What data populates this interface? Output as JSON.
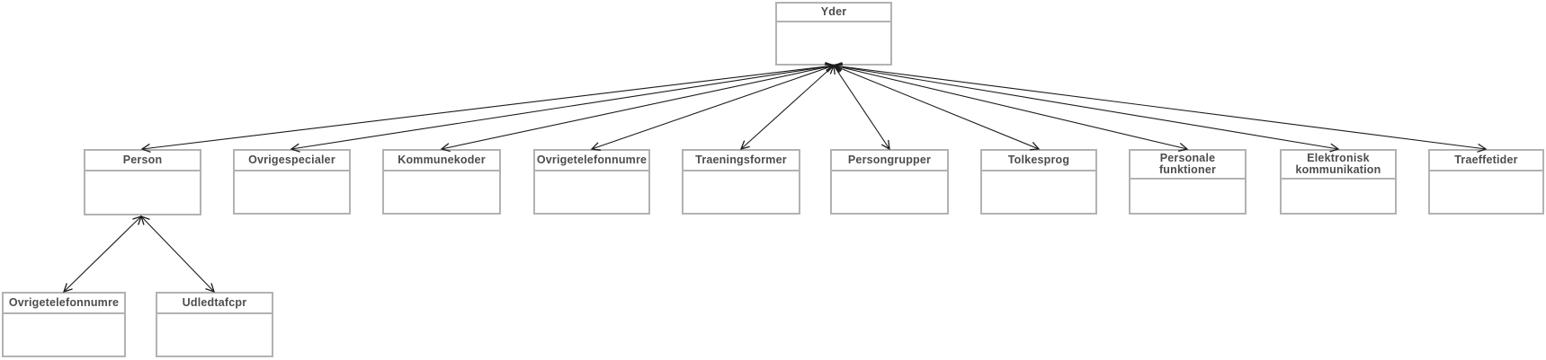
{
  "diagram": {
    "type": "entity-relationship-diagram",
    "colors": {
      "node_border": "#b2b2b2",
      "node_fill": "#ffffff",
      "title_text": "#4d4d4d",
      "connector": "#1c1c1c",
      "background": "#ffffff"
    },
    "nodes": [
      {
        "id": "yder",
        "label": "Yder"
      },
      {
        "id": "person",
        "label": "Person"
      },
      {
        "id": "ovrigespecialer",
        "label": "Ovrigespecialer"
      },
      {
        "id": "kommunekoder",
        "label": "Kommunekoder"
      },
      {
        "id": "ovrigetelefonnumre",
        "label": "Ovrigetelefonnumre"
      },
      {
        "id": "traeningsformer",
        "label": "Traeningsformer"
      },
      {
        "id": "persongrupper",
        "label": "Persongrupper"
      },
      {
        "id": "tolkesprog",
        "label": "Tolkesprog"
      },
      {
        "id": "personale-funktioner",
        "label": "Personale funktioner"
      },
      {
        "id": "elektronisk-kommunikation",
        "label": "Elektronisk kommunikation"
      },
      {
        "id": "traeffetider",
        "label": "Traeffetider"
      },
      {
        "id": "person-ovrigetelefonnumre",
        "label": "Ovrigetelefonnumre"
      },
      {
        "id": "udledtafcpr",
        "label": "Udledtafcpr"
      }
    ],
    "edges": [
      {
        "from": "Yder",
        "to": "Person",
        "arrowheads": "both-open"
      },
      {
        "from": "Yder",
        "to": "Ovrigespecialer",
        "arrowheads": "both-open"
      },
      {
        "from": "Yder",
        "to": "Kommunekoder",
        "arrowheads": "both-open"
      },
      {
        "from": "Yder",
        "to": "Ovrigetelefonnumre",
        "arrowheads": "both-open"
      },
      {
        "from": "Yder",
        "to": "Traeningsformer",
        "arrowheads": "both-open"
      },
      {
        "from": "Yder",
        "to": "Persongrupper",
        "arrowheads": "both-open"
      },
      {
        "from": "Yder",
        "to": "Tolkesprog",
        "arrowheads": "both-open"
      },
      {
        "from": "Yder",
        "to": "Personale funktioner",
        "arrowheads": "both-open"
      },
      {
        "from": "Yder",
        "to": "Elektronisk kommunikation",
        "arrowheads": "both-open"
      },
      {
        "from": "Yder",
        "to": "Traeffetider",
        "arrowheads": "both-open"
      },
      {
        "from": "Person",
        "to": "Ovrigetelefonnumre",
        "arrowheads": "both-open"
      },
      {
        "from": "Person",
        "to": "Udledtafcpr",
        "arrowheads": "both-open"
      }
    ]
  }
}
